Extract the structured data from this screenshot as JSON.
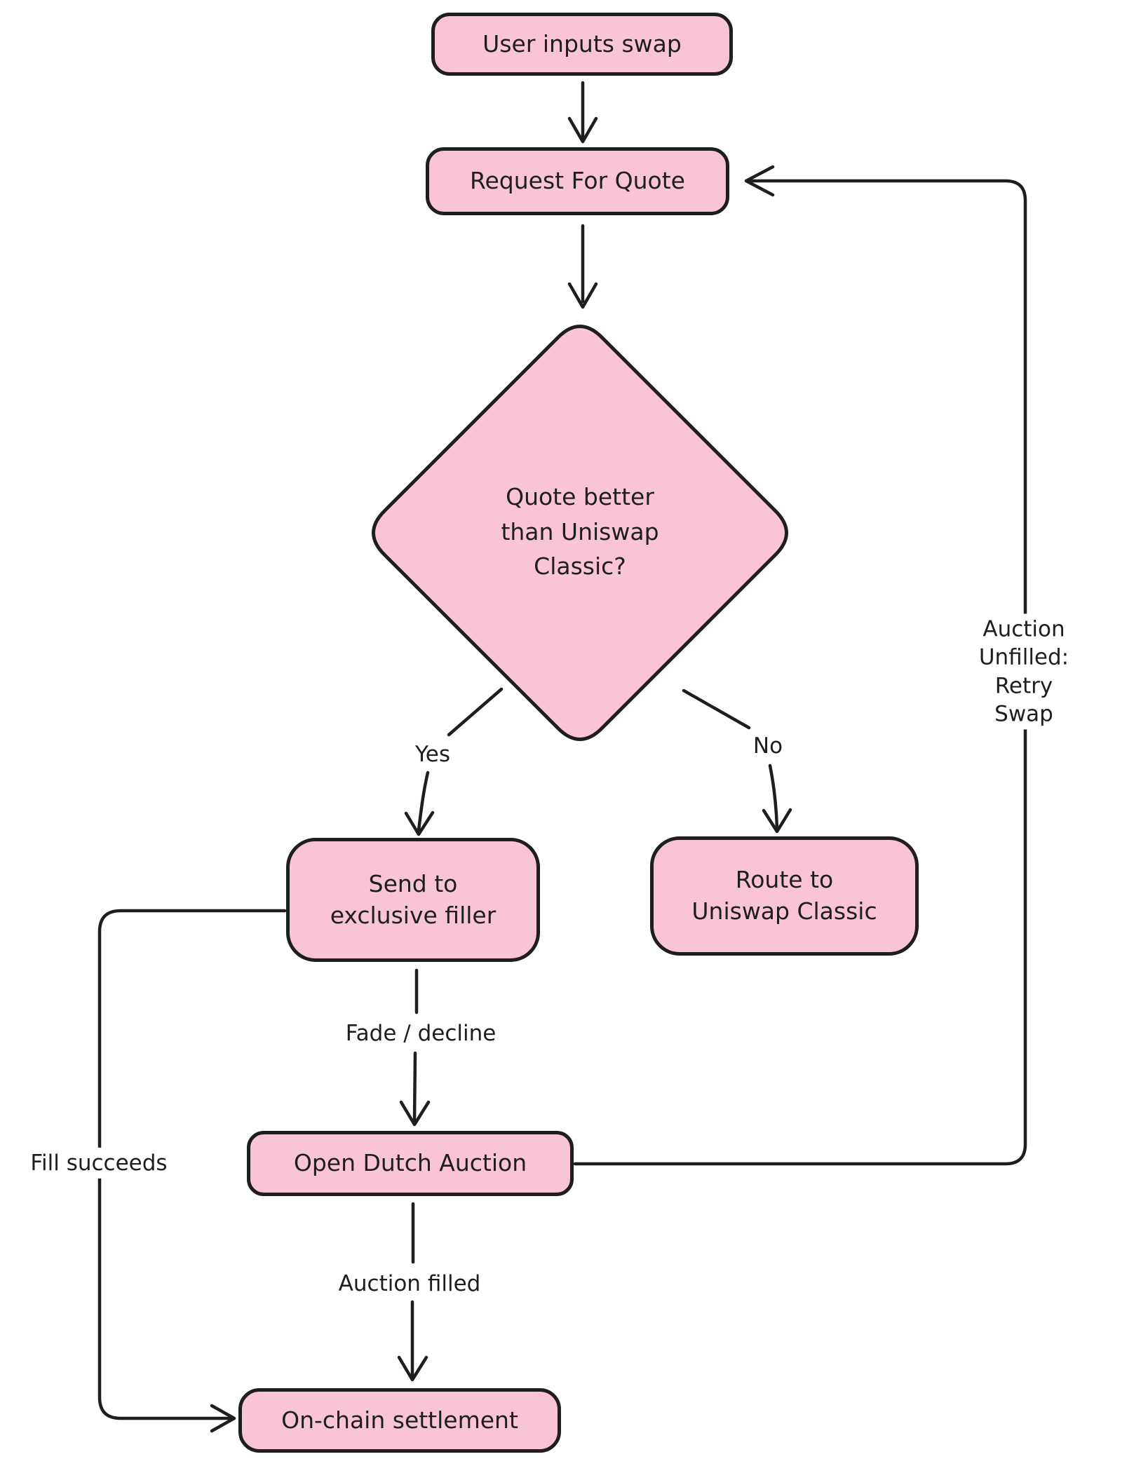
{
  "diagram": {
    "background": "#ffffff",
    "colors": {
      "node_fill": "#f9c4d6",
      "stroke": "#1e1e1e",
      "text": "#1e1e1e",
      "label_background": "#ffffff"
    },
    "nodes": {
      "user_inputs_swap": {
        "label": "User inputs swap",
        "shape": "rounded-rectangle"
      },
      "request_for_quote": {
        "label": "Request For Quote",
        "shape": "rounded-rectangle"
      },
      "quote_better_decision": {
        "label": "Quote better\nthan Uniswap\nClassic?",
        "shape": "diamond"
      },
      "send_to_exclusive_filler": {
        "label": "Send to\nexclusive filler",
        "shape": "rounded-rectangle"
      },
      "route_to_uniswap_classic": {
        "label": "Route to\nUniswap Classic",
        "shape": "rounded-rectangle"
      },
      "open_dutch_auction": {
        "label": "Open Dutch Auction",
        "shape": "rounded-rectangle"
      },
      "on_chain_settlement": {
        "label": "On-chain settlement",
        "shape": "rounded-rectangle"
      }
    },
    "edge_labels": {
      "yes": "Yes",
      "no": "No",
      "fade_decline": "Fade / decline",
      "auction_filled": "Auction filled",
      "fill_succeeds": "Fill succeeds",
      "auction_unfilled_retry": "Auction Unfilled:\nRetry Swap"
    },
    "edges": [
      {
        "from": "user_inputs_swap",
        "to": "request_for_quote",
        "label": ""
      },
      {
        "from": "request_for_quote",
        "to": "quote_better_decision",
        "label": ""
      },
      {
        "from": "quote_better_decision",
        "to": "send_to_exclusive_filler",
        "label": "Yes"
      },
      {
        "from": "quote_better_decision",
        "to": "route_to_uniswap_classic",
        "label": "No"
      },
      {
        "from": "send_to_exclusive_filler",
        "to": "open_dutch_auction",
        "label": "Fade / decline"
      },
      {
        "from": "open_dutch_auction",
        "to": "on_chain_settlement",
        "label": "Auction filled"
      },
      {
        "from": "send_to_exclusive_filler",
        "to": "on_chain_settlement",
        "label": "Fill succeeds"
      },
      {
        "from": "open_dutch_auction",
        "to": "request_for_quote",
        "label": "Auction Unfilled:\nRetry Swap"
      }
    ]
  }
}
